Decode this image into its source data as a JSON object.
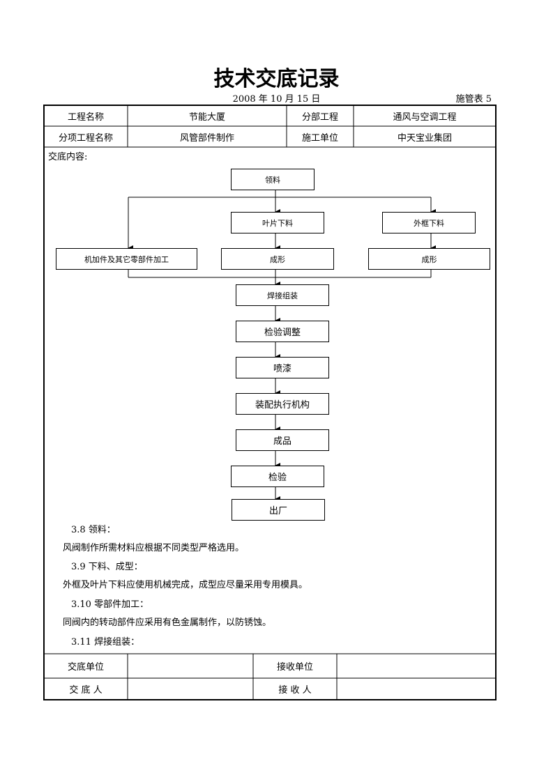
{
  "title": "技术交底记录",
  "date": "2008 年 10 月 15 日",
  "form_no": "施管表 5",
  "header_rows": [
    {
      "label1": "工程名称",
      "value1": "节能大厦",
      "label2": "分部工程",
      "value2": "通风与空调工程"
    },
    {
      "label1": "分项工程名称",
      "value1": "风管部件制作",
      "label2": "施工单位",
      "value2": "中天宝业集团"
    }
  ],
  "content_label": "交底内容:",
  "flow": {
    "lingliao": "领料",
    "yepian": "叶片下料",
    "waikuang": "外框下料",
    "jijiajian": "机加件及其它零部件加工",
    "chengxing1": "成形",
    "chengxing2": "成形",
    "hanjie": "焊接组装",
    "jianyantiaozheng": "检验调整",
    "penqi": "喷漆",
    "zhuangpei": "装配执行机构",
    "chengpin": "成品",
    "jianyan": "检验",
    "chuchang": "出厂"
  },
  "text_lines": [
    "3.8 领料：",
    "风阀制作所需材料应根据不同类型严格选用。",
    "3.9 下料、成型：",
    "外框及叶片下料应使用机械完成，成型应尽量采用专用模具。",
    "3.10 零部件加工：",
    "同阀内的转动部件应采用有色金属制作，以防锈蚀。",
    "3.11 焊接组装："
  ],
  "footer_rows": [
    {
      "label1": "交底单位",
      "value1": "",
      "label2": "接收单位",
      "value2": ""
    },
    {
      "label1": "交 底 人",
      "value1": "",
      "label2": "接 收 人",
      "value2": ""
    }
  ]
}
